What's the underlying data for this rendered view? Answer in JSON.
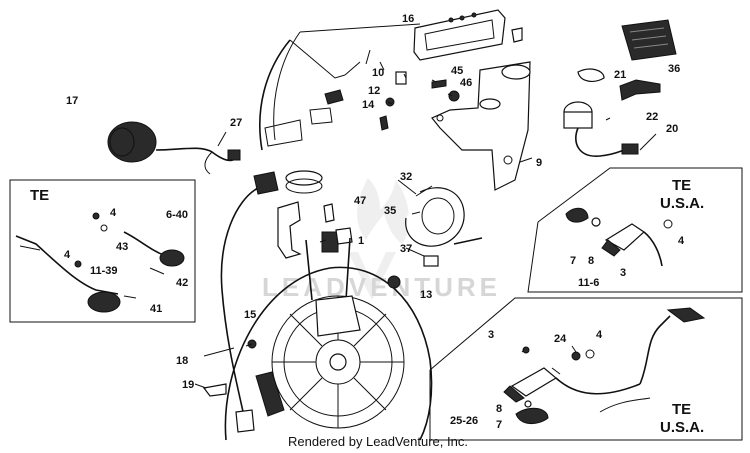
{
  "diagram": {
    "watermark": "LEADVENTURE",
    "footer": "Rendered by LeadVenture, Inc.",
    "section_labels": {
      "te_left": "TE",
      "te_usa_mid_line1": "TE",
      "te_usa_mid_line2": "U.S.A.",
      "te_usa_bottom_line1": "TE",
      "te_usa_bottom_line2": "U.S.A."
    },
    "callouts": {
      "c16": "16",
      "c10": "10",
      "c45": "45",
      "c46": "46",
      "c12": "12",
      "c14": "14",
      "c9": "9",
      "c36": "36",
      "c21": "21",
      "c22": "22",
      "c20": "20",
      "c17": "17",
      "c27": "27",
      "c32": "32",
      "c47": "47",
      "c35": "35",
      "c37": "37",
      "c1": "1",
      "c13": "13",
      "c15": "15",
      "c18": "18",
      "c19": "19",
      "c4a": "4",
      "c640": "6-40",
      "c43": "43",
      "c4b": "4",
      "c1139": "11-39",
      "c42": "42",
      "c41": "41",
      "c7a": "7",
      "c8a": "8",
      "c3a": "3",
      "c4c": "4",
      "c116": "11-6",
      "c3b": "3",
      "c24": "24",
      "c4d": "4",
      "c8b": "8",
      "c2526": "25-26",
      "c7b": "7"
    }
  }
}
